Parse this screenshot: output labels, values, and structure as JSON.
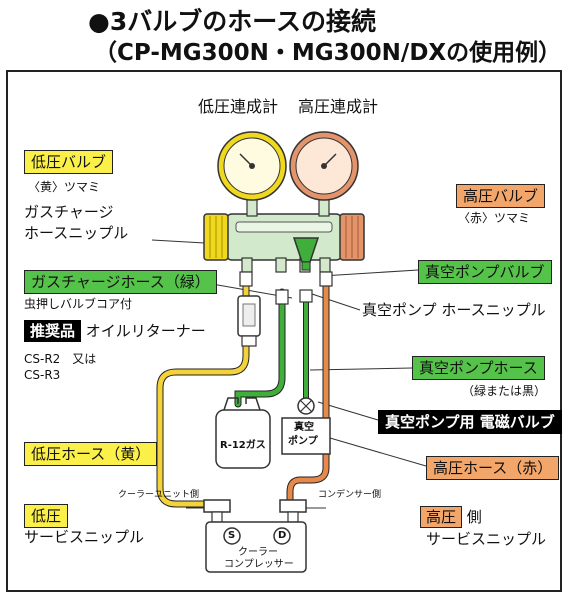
{
  "title": {
    "line1": "●3バルブのホースの接続",
    "line2": "（CP-MG300N・MG300N/DXの使用例）"
  },
  "gauges": {
    "low": "低圧連成計",
    "high": "高圧連成計"
  },
  "left": {
    "low_valve": "低圧バルブ",
    "low_knob": "〈黄〉ツマミ",
    "gas_nipple_1": "ガスチャージ",
    "gas_nipple_2": "ホースニップル",
    "gas_hose": "ガスチャージホース（緑）",
    "valve_core": "虫押しバルブコア付",
    "recommended": "推奨品",
    "oil_returner": "オイルリターナー",
    "cs_r2": "CS-R2　又は",
    "cs_r3": "CS-R3",
    "low_hose": "低圧ホース（黄）",
    "low_side": "低圧",
    "low_service_nipple": "サービスニップル"
  },
  "right": {
    "high_valve": "高圧バルブ",
    "high_knob": "〈赤〉ツマミ",
    "vacuum_valve": "真空ポンプバルブ",
    "vacuum_nipple": "真空ポンプ ホースニップル",
    "vacuum_hose": "真空ポンプホース",
    "vacuum_hose_note": "（緑または黒）",
    "solenoid": "真空ポンプ用 電磁バルブ",
    "high_hose": "高圧ホース（赤）",
    "high_side": "高圧",
    "high_side_suffix": "側",
    "high_service_nipple": "サービスニップル"
  },
  "center": {
    "r12_gas": "R-12ガス",
    "vacuum_pump_1": "真空",
    "vacuum_pump_2": "ポンプ",
    "cooler_unit_side": "クーラーユニット側",
    "condenser_side": "コンデンサー側",
    "port_s": "S",
    "port_d": "D",
    "compressor_1": "クーラー",
    "compressor_2": "コンプレッサー"
  },
  "colors": {
    "yellow": "#fbf04a",
    "green": "#55c24a",
    "orange": "#f2a66a",
    "low_hose": "#f4d23a",
    "gas_hose": "#3fae3a",
    "high_hose": "#e58a4a",
    "low_gauge_rim": "#f0d81e",
    "high_gauge_rim": "#e4946a"
  }
}
